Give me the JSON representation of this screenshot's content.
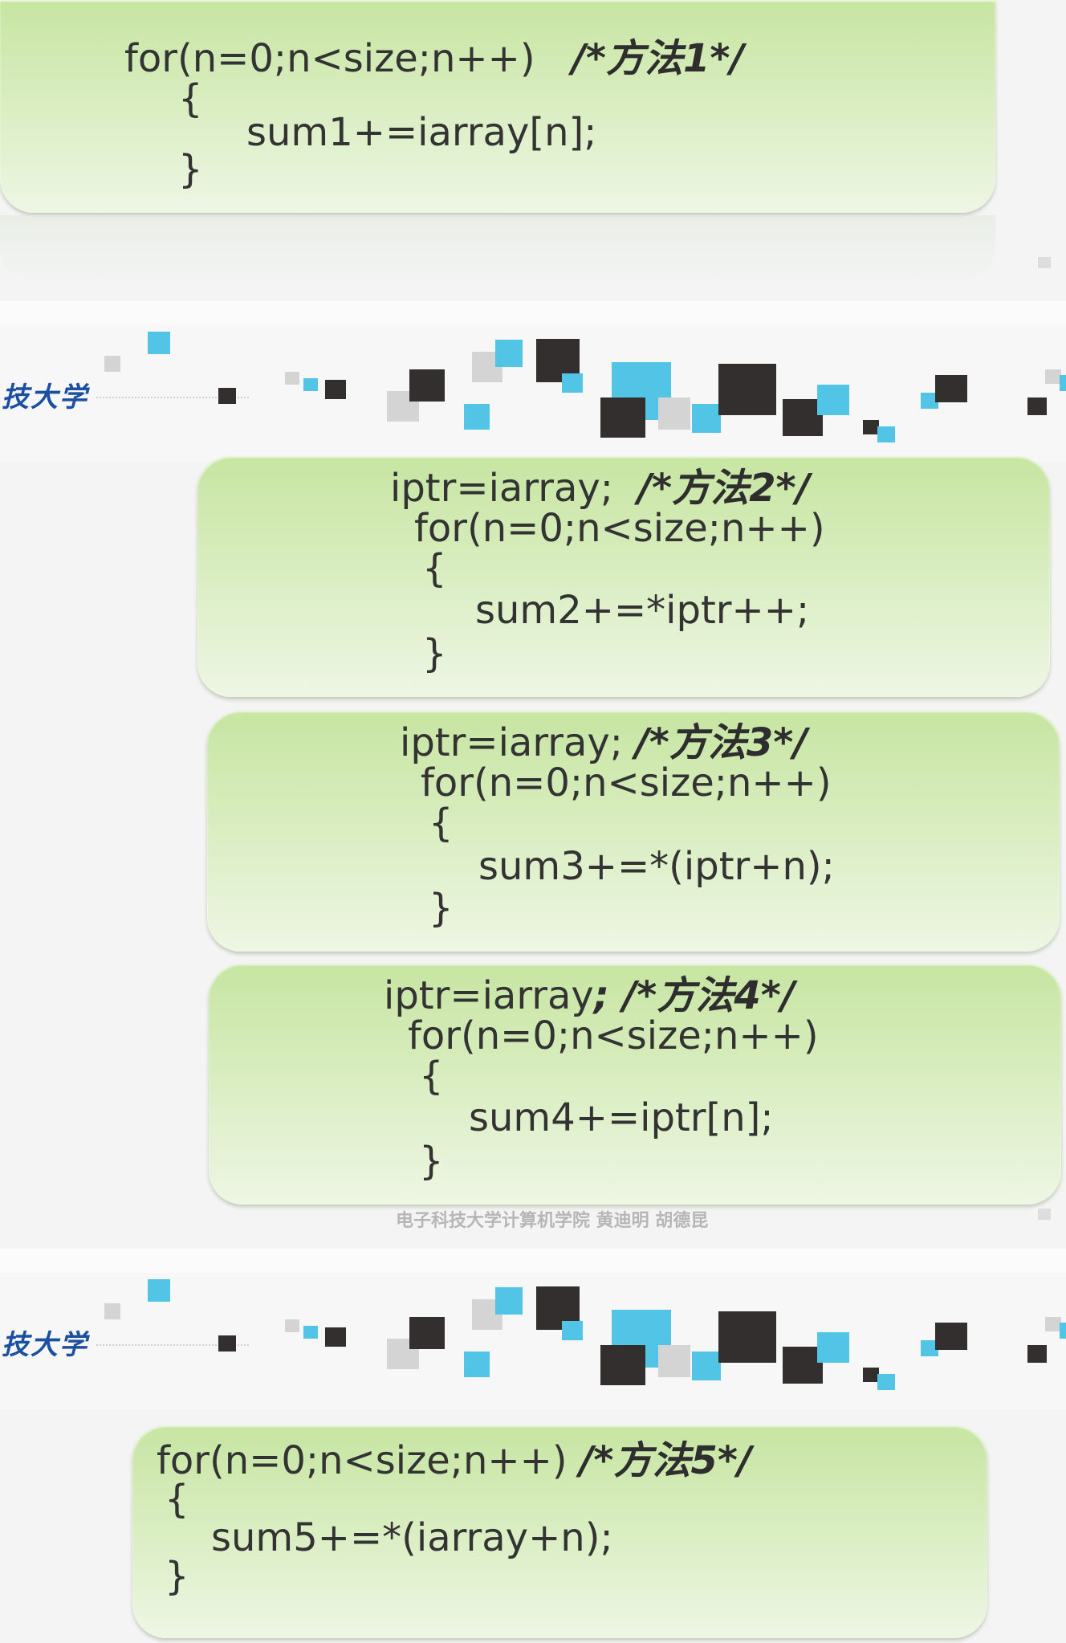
{
  "slide1": {
    "code": {
      "line1": "for(n=0;n<size;n++)   ",
      "comment": "/*方法1*/",
      "line2": "{",
      "line3": "sum1+=iarray[n];",
      "line4": "}"
    }
  },
  "slide2": {
    "logo_text": "技大学",
    "method2": {
      "line1": "iptr=iarray;  ",
      "comment": "/*方法2*/",
      "line2": "for(n=0;n<size;n++)",
      "line3": "{",
      "line4": "sum2+=*iptr++;",
      "line5": "}"
    },
    "method3": {
      "line1": "iptr=iarray; ",
      "comment": "/*方法3*/",
      "line2": "for(n=0;n<size;n++)",
      "line3": "{",
      "line4": "sum3+=*(iptr+n);",
      "line5": "}"
    },
    "method4": {
      "line1": "iptr=iarray",
      "comment": "; /*方法4*/",
      "line2": "for(n=0;n<size;n++)",
      "line3": "{",
      "line4": "sum4+=iptr[n];",
      "line5": "}"
    },
    "footer": "电子科技大学计算机学院 黄迪明 胡德昆"
  },
  "slide3": {
    "logo_text": "技大学",
    "method5": {
      "line1": "for(n=0;n<size;n++) ",
      "comment": "/*方法5*/",
      "line2": "{",
      "line3": "sum5+=*(iarray+n);",
      "line4": "}"
    }
  }
}
